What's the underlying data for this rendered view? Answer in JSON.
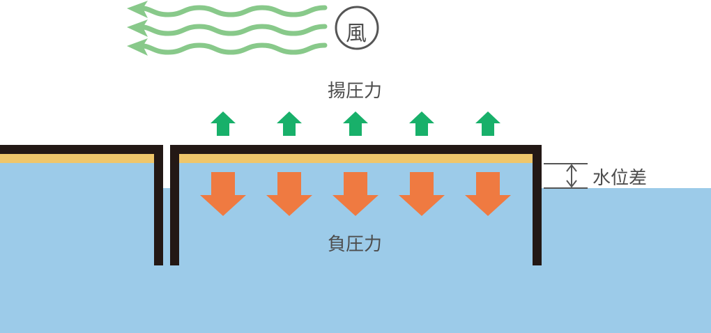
{
  "labels": {
    "wind": "風",
    "uplift": "揚圧力",
    "negative_pressure": "負圧力",
    "water_level_difference": "水位差"
  },
  "colors": {
    "water": "#9ccbe9",
    "wall": "#231815",
    "liner": "#efc66b",
    "wind": "#88c98a",
    "uplift_arrow": "#18b06a",
    "pressure_arrow": "#ef7a41",
    "text": "#4d4d4d"
  },
  "uplift_arrow_count": 5,
  "pressure_arrow_count": 5,
  "wind_line_count": 3
}
